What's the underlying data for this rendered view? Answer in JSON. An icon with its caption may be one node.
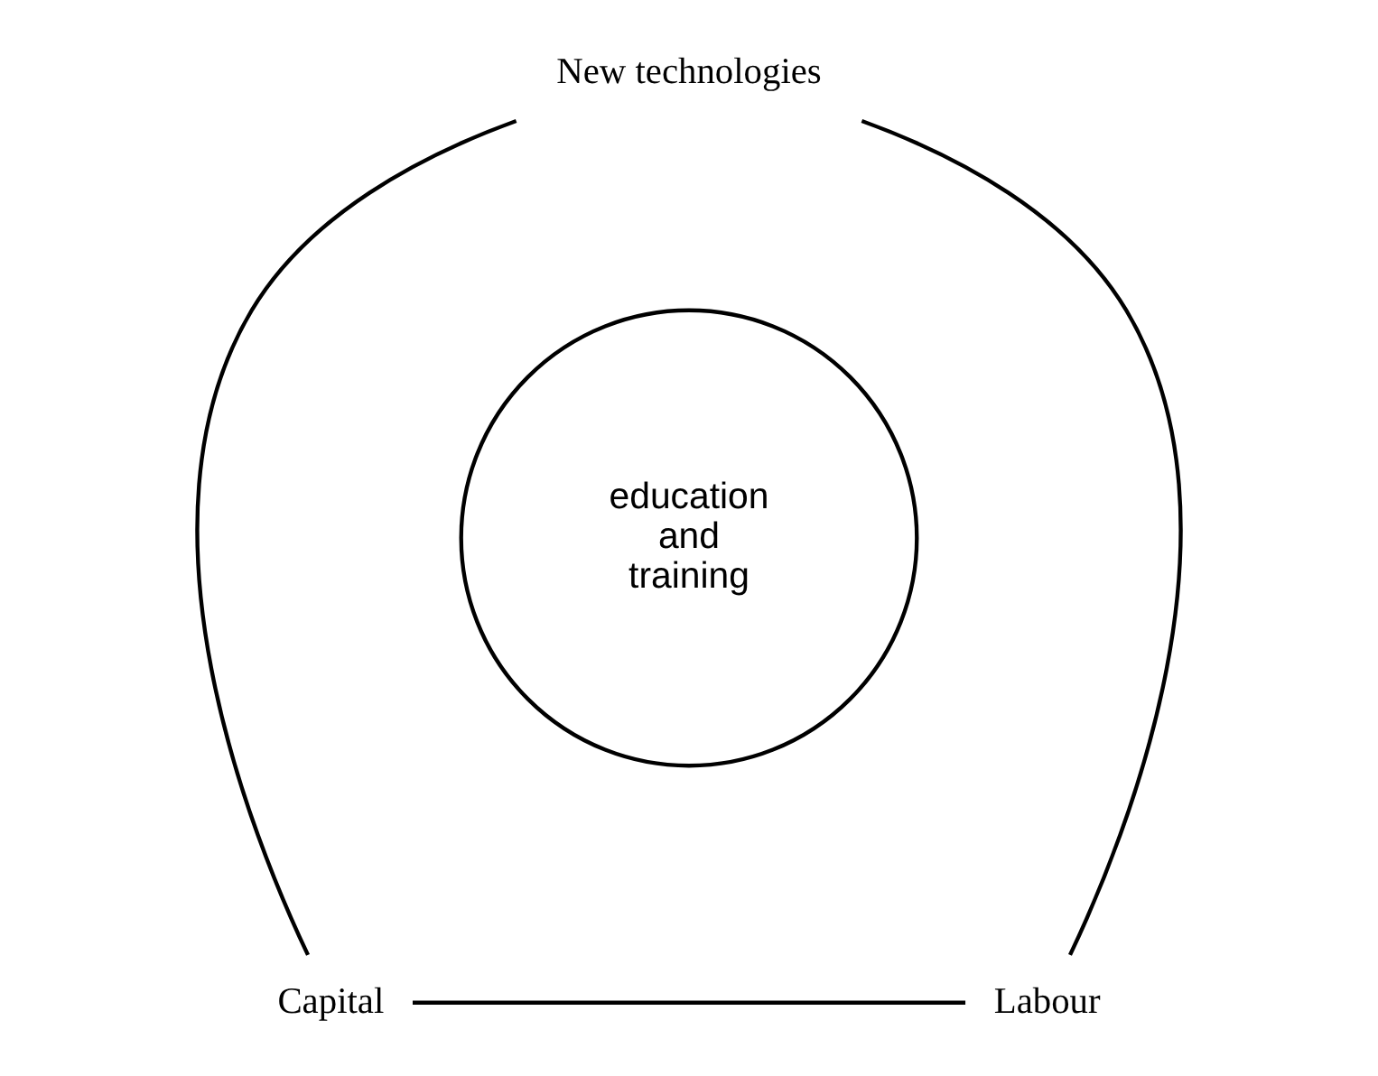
{
  "diagram": {
    "nodes": [
      {
        "text": [
          "New technologies"
        ]
      },
      {
        "text": [
          "education and training"
        ]
      },
      {
        "text": [
          "Capital"
        ]
      },
      {
        "text": [
          "Labour"
        ]
      }
    ],
    "edges": [
      {
        "from": 0,
        "to": 2,
        "arrow": "none"
      },
      {
        "from": 2,
        "to": 3,
        "arrow": "none"
      },
      {
        "from": 3,
        "to": 0,
        "arrow": "none"
      }
    ]
  }
}
